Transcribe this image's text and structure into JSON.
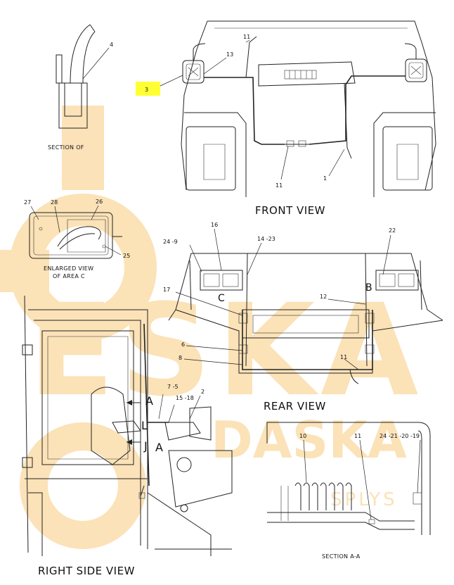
{
  "watermark": {
    "brand_color": "#f5a623",
    "text": "DASKA",
    "subtext": "SPLYS",
    "big_letters": "ESKA"
  },
  "highlight": {
    "color": "#ffff33",
    "label": "3"
  },
  "views": {
    "front": "FRONT VIEW",
    "rear": "REAR VIEW",
    "right_side": "RIGHT SIDE VIEW",
    "section_of": "SECTION OF",
    "enlarged_line1": "ENLARGED VIEW",
    "enlarged_line2": "OF AREA C",
    "section_aa": "SECTION A-A"
  },
  "callouts": {
    "c4": "4",
    "c11_top": "11",
    "c13": "13",
    "c11_front": "11",
    "c1": "1",
    "c27": "27",
    "c28": "28",
    "c26": "26",
    "c25": "25",
    "c16": "16",
    "c24_9": "24 -9",
    "c14_23": "14 -23",
    "c22": "22",
    "c17": "17",
    "c12": "12",
    "c6": "6",
    "c8": "8",
    "c11_rear": "11",
    "c7_5": "7 -5",
    "c15_18": "15 -18",
    "c2": "2",
    "c10": "10",
    "c11_sect": "11",
    "c24_19": "24 -21 -20 -19"
  },
  "letters": {
    "C": "C",
    "B": "B",
    "A_top": "A",
    "L": "L",
    "J": "J",
    "A_bot": "A"
  }
}
